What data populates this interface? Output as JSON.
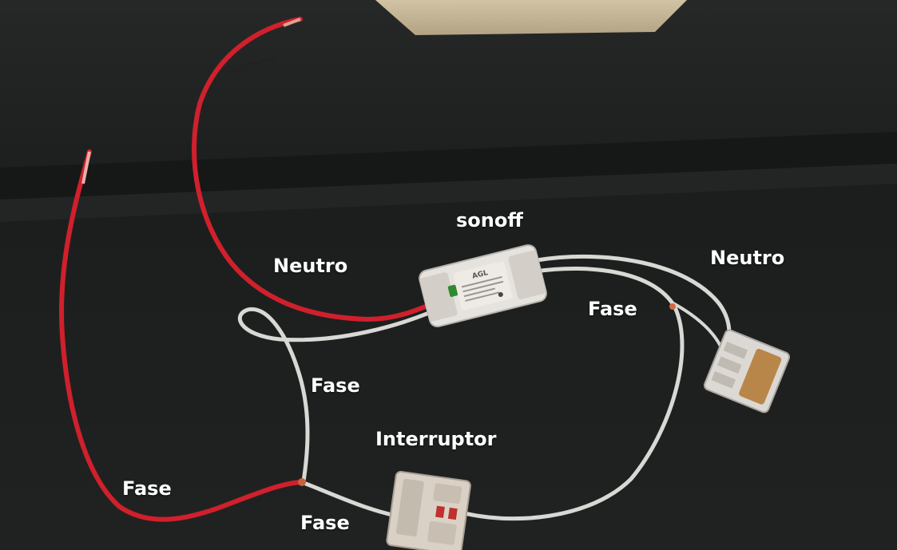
{
  "labels": {
    "sonoff": "sonoff",
    "neutro_left": "Neutro",
    "neutro_right": "Neutro",
    "fase_mid_right": "Fase",
    "fase_middle": "Fase",
    "interruptor": "Interruptor",
    "fase_bottom_left": "Fase",
    "fase_bottom_center": "Fase"
  },
  "device_text": {
    "brand": "AGL"
  },
  "colors": {
    "background": "#1d1f1f",
    "wire_red": "#d0202c",
    "wire_white": "#d8d8d4",
    "device_body": "#e6e3df",
    "label_text": "#ffffff"
  }
}
